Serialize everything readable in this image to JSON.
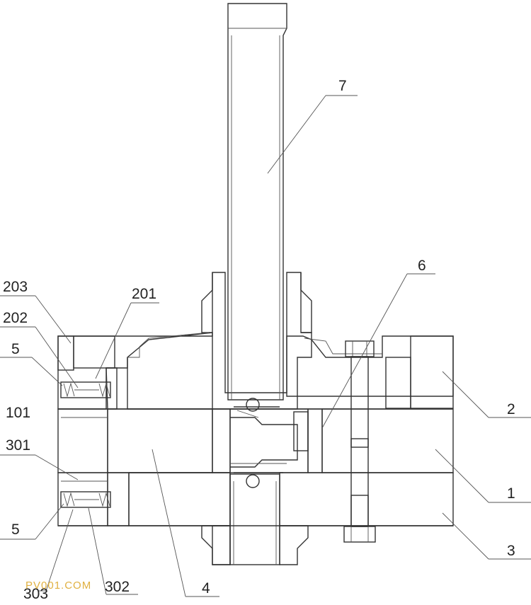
{
  "labels": {
    "l7": "7",
    "l6": "6",
    "l203": "203",
    "l201": "201",
    "l202": "202",
    "l5a": "5",
    "l101": "101",
    "l301": "301",
    "l5b": "5",
    "l303": "303",
    "l302": "302",
    "l4": "4",
    "l2": "2",
    "l1": "1",
    "l3": "3"
  },
  "watermark": "PV001.COM"
}
